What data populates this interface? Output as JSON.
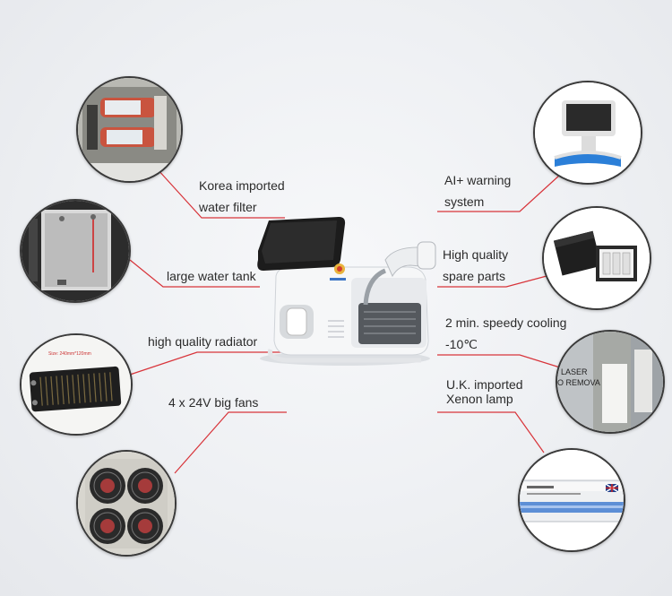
{
  "features": [
    {
      "line1": "Korea imported",
      "line2": "water filter"
    },
    {
      "line1": "large water tank"
    },
    {
      "line1": "high quality radiator"
    },
    {
      "line1": "4 x 24V big fans"
    },
    {
      "line1": "AI+ warning",
      "line2": "system"
    },
    {
      "line1": "High quality",
      "line2": "spare parts"
    },
    {
      "line1": "2 min. speedy cooling",
      "line2": "-10℃"
    },
    {
      "line1": "U.K. imported",
      "line2": "Xenon lamp"
    }
  ],
  "photo_text": {
    "radiator_tag": "Size: 240mm*120mm",
    "handle_text_1": "LASER",
    "handle_text_2": "O REMOVA"
  },
  "colors": {
    "leader_line": "#d8343a",
    "circle_border": "#3a3a3a",
    "text": "#2b2b2b"
  },
  "icons": [
    "water-filter-photo",
    "water-tank-photo",
    "radiator-photo",
    "fans-photo",
    "screen-photo",
    "spare-parts-photo",
    "cooling-handle-photo",
    "xenon-lamp-photo",
    "laser-machine-illustration"
  ]
}
